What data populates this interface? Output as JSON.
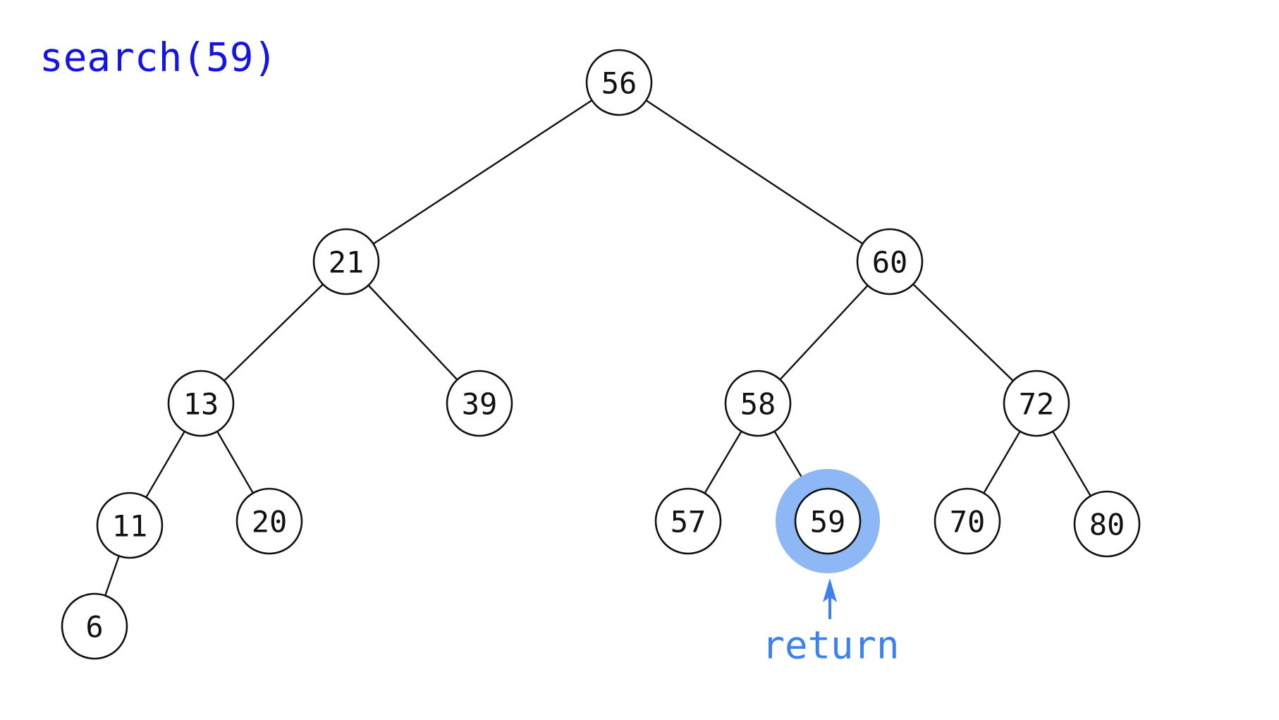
{
  "title": "search(59)",
  "return_label": "return",
  "colors": {
    "title": "#1414e6",
    "highlight": "#8db7f5",
    "return": "#3b82f0",
    "stroke": "#111111"
  },
  "tree": {
    "nodes": [
      {
        "id": "n56",
        "label": "56"
      },
      {
        "id": "n21",
        "label": "21"
      },
      {
        "id": "n60",
        "label": "60"
      },
      {
        "id": "n13",
        "label": "13"
      },
      {
        "id": "n39",
        "label": "39"
      },
      {
        "id": "n58",
        "label": "58"
      },
      {
        "id": "n72",
        "label": "72"
      },
      {
        "id": "n11",
        "label": "11"
      },
      {
        "id": "n20",
        "label": "20"
      },
      {
        "id": "n57",
        "label": "57"
      },
      {
        "id": "n59",
        "label": "59"
      },
      {
        "id": "n70",
        "label": "70"
      },
      {
        "id": "n80",
        "label": "80"
      },
      {
        "id": "n6",
        "label": "6"
      }
    ],
    "edges": [
      [
        "n56",
        "n21"
      ],
      [
        "n56",
        "n60"
      ],
      [
        "n21",
        "n13"
      ],
      [
        "n21",
        "n39"
      ],
      [
        "n60",
        "n58"
      ],
      [
        "n60",
        "n72"
      ],
      [
        "n13",
        "n11"
      ],
      [
        "n13",
        "n20"
      ],
      [
        "n58",
        "n57"
      ],
      [
        "n58",
        "n59"
      ],
      [
        "n72",
        "n70"
      ],
      [
        "n72",
        "n80"
      ],
      [
        "n11",
        "n6"
      ]
    ],
    "highlighted": "n59"
  }
}
